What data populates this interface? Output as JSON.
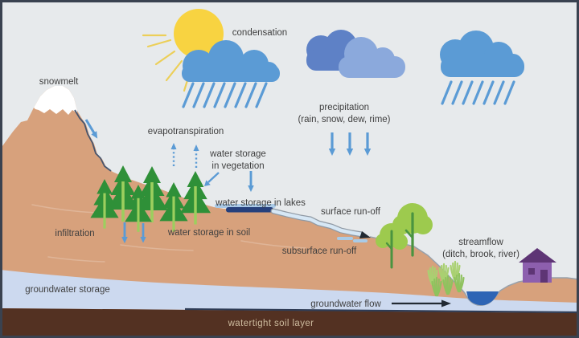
{
  "labels": {
    "condensation": "condensation",
    "snowmelt": "snowmelt",
    "evapotranspiration": "evapotranspiration",
    "water_storage_vegetation_1": "water storage",
    "water_storage_vegetation_2": "in vegetation",
    "precipitation_1": "precipitation",
    "precipitation_2": "(rain, snow, dew, rime)",
    "water_storage_lakes": "water storage in lakes",
    "surface_runoff": "surface run-off",
    "infiltration": "infiltration",
    "water_storage_soil": "water storage in soil",
    "subsurface_runoff": "subsurface run-off",
    "streamflow_1": "streamflow",
    "streamflow_2": "(ditch, brook, river)",
    "groundwater_storage": "groundwater storage",
    "groundwater_flow": "groundwater flow",
    "watertight_soil_layer": "watertight soil layer"
  },
  "colors": {
    "sky": "#e7eaec",
    "terrain": "#d7a17c",
    "soil": "#533122",
    "soilLine": "#2f3c55",
    "groundwater": "#ccd9ef",
    "lakeDark": "#26407c",
    "lakeLight": "#a9c9e6",
    "pond": "#2d64b5",
    "streamFill": "#d6e7f5",
    "streamEdge": "#8f99a4",
    "surfaceOutline": "#98a1ab",
    "slopeLine": "#47556e",
    "snow": "#ffffff",
    "sun": "#f8d341",
    "ray": "#eccf58",
    "cloudAzure": "#5b9bd5",
    "cloudDark": "#5e81c6",
    "cloudLight": "#8ba9dc",
    "rain": "#5b9bd5",
    "arrowBlue": "#5b9bd5",
    "arrowDark": "#222a33",
    "conifer": "#2f9038",
    "trunkLight": "#9ccf5e",
    "canopy": "#9dca4e",
    "trunkGreen": "#4a9440",
    "reed": "#a9d071",
    "reedDark": "#8fc25e",
    "subsurface": "#a9cbe7",
    "houseBody": "#8d5fae",
    "houseRoof": "#5e3575",
    "text": "#3f3f3f",
    "textLight": "#cdbb9e",
    "border": "#3a4250"
  },
  "icons": {
    "sun-icon": "yellow sun disc with rays",
    "rain-cloud-icon": "blue cloud with diagonal rain slashes",
    "cloud-pair-icon": "two overlapping blue clouds",
    "conifer-tree-icon": "dark green pine tree",
    "deciduous-tree-icon": "round light-green canopy tree",
    "reed-icon": "grass tuft",
    "house-icon": "purple house",
    "arrow-icon": "flow arrow"
  }
}
